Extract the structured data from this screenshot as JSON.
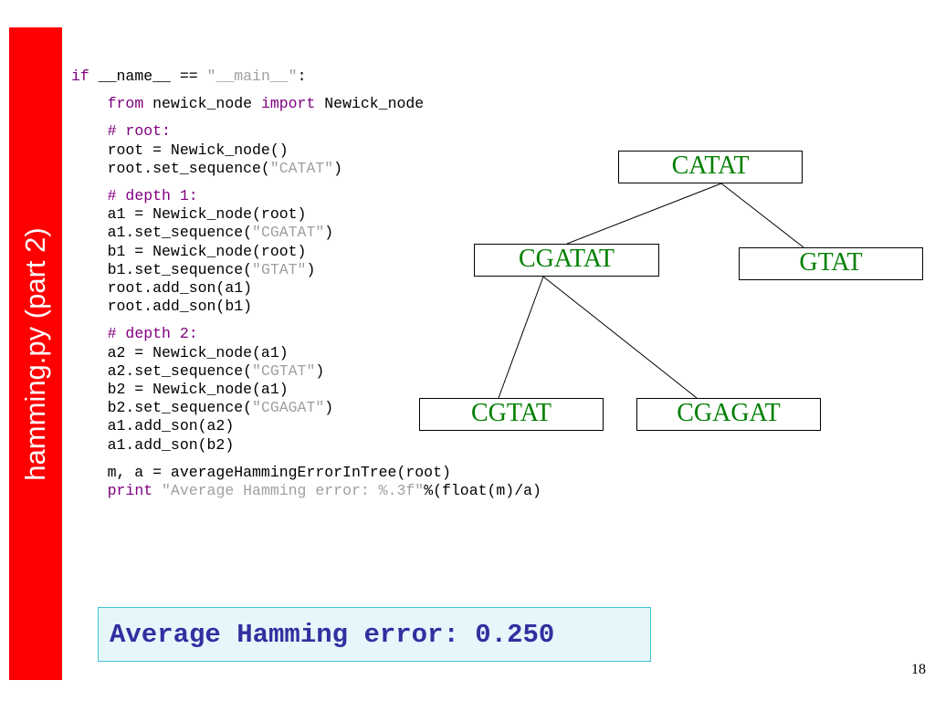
{
  "sidebar": {
    "label": "hamming.py   (part 2)",
    "color": "#ff0000"
  },
  "code": {
    "lines": [
      [
        {
          "t": "kw",
          "v": "if"
        },
        {
          "t": "",
          "v": " __name__ == "
        },
        {
          "t": "str",
          "v": "\"__main__\""
        },
        {
          "t": "",
          "v": ":"
        }
      ],
      "gap",
      [
        {
          "t": "",
          "v": "    "
        },
        {
          "t": "kw",
          "v": "from"
        },
        {
          "t": "",
          "v": " newick_node "
        },
        {
          "t": "kw",
          "v": "import"
        },
        {
          "t": "",
          "v": " Newick_node"
        }
      ],
      "gap",
      [
        {
          "t": "",
          "v": "    "
        },
        {
          "t": "cm",
          "v": "# root:"
        }
      ],
      [
        {
          "t": "",
          "v": "    root = Newick_node()"
        }
      ],
      [
        {
          "t": "",
          "v": "    root.set_sequence("
        },
        {
          "t": "str",
          "v": "\"CATAT\""
        },
        {
          "t": "",
          "v": ")"
        }
      ],
      "gap",
      [
        {
          "t": "",
          "v": "    "
        },
        {
          "t": "cm",
          "v": "# depth 1:"
        }
      ],
      [
        {
          "t": "",
          "v": "    a1 = Newick_node(root)"
        }
      ],
      [
        {
          "t": "",
          "v": "    a1.set_sequence("
        },
        {
          "t": "str",
          "v": "\"CGATAT\""
        },
        {
          "t": "",
          "v": ")"
        }
      ],
      [
        {
          "t": "",
          "v": "    b1 = Newick_node(root)"
        }
      ],
      [
        {
          "t": "",
          "v": "    b1.set_sequence("
        },
        {
          "t": "str",
          "v": "\"GTAT\""
        },
        {
          "t": "",
          "v": ")"
        }
      ],
      [
        {
          "t": "",
          "v": "    root.add_son(a1)"
        }
      ],
      [
        {
          "t": "",
          "v": "    root.add_son(b1)"
        }
      ],
      "gap",
      [
        {
          "t": "",
          "v": "    "
        },
        {
          "t": "cm",
          "v": "# depth 2:"
        }
      ],
      [
        {
          "t": "",
          "v": "    a2 = Newick_node(a1)"
        }
      ],
      [
        {
          "t": "",
          "v": "    a2.set_sequence("
        },
        {
          "t": "str",
          "v": "\"CGTAT\""
        },
        {
          "t": "",
          "v": ")"
        }
      ],
      [
        {
          "t": "",
          "v": "    b2 = Newick_node(a1)"
        }
      ],
      [
        {
          "t": "",
          "v": "    b2.set_sequence("
        },
        {
          "t": "str",
          "v": "\"CGAGAT\""
        },
        {
          "t": "",
          "v": ")"
        }
      ],
      [
        {
          "t": "",
          "v": "    a1.add_son(a2)"
        }
      ],
      [
        {
          "t": "",
          "v": "    a1.add_son(b2)"
        }
      ],
      "gap",
      [
        {
          "t": "",
          "v": "    m, a = averageHammingErrorInTree(root)"
        }
      ],
      [
        {
          "t": "",
          "v": "    "
        },
        {
          "t": "kw",
          "v": "print"
        },
        {
          "t": "",
          "v": " "
        },
        {
          "t": "str",
          "v": "\"Average Hamming error: %.3f\""
        },
        {
          "t": "",
          "v": "%(float(m)/a)"
        }
      ]
    ]
  },
  "tree": {
    "node_color": "#008000",
    "nodes": [
      {
        "id": "root",
        "label": "CATAT"
      },
      {
        "id": "a1",
        "label": "CGATAT"
      },
      {
        "id": "b1",
        "label": "GTAT"
      },
      {
        "id": "a2",
        "label": "CGTAT"
      },
      {
        "id": "b2",
        "label": "CGAGAT"
      }
    ],
    "edges": [
      [
        "root",
        "a1"
      ],
      [
        "root",
        "b1"
      ],
      [
        "a1",
        "a2"
      ],
      [
        "a1",
        "b2"
      ]
    ]
  },
  "output": {
    "text": "Average Hamming error: 0.250",
    "text_color": "#3030a0"
  },
  "page_number": "18"
}
